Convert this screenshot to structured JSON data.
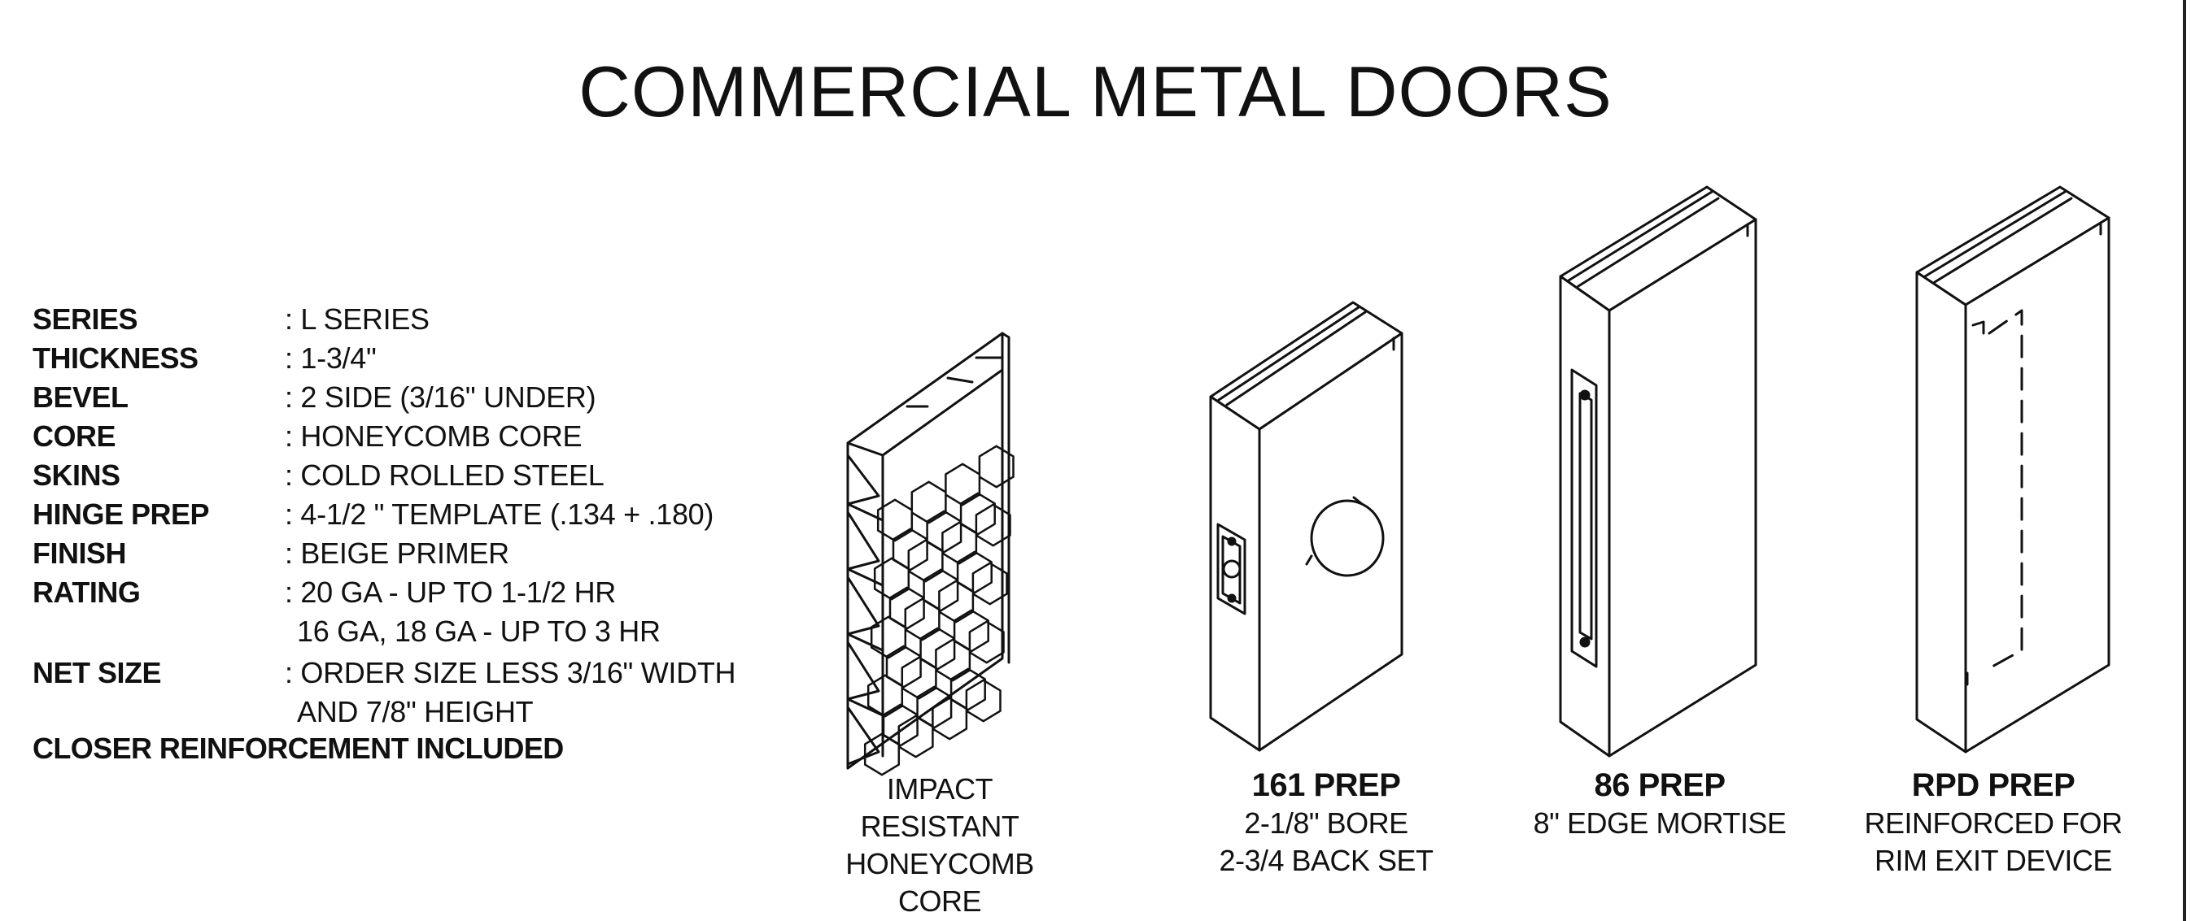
{
  "title": "COMMERCIAL METAL DOORS",
  "specs": [
    {
      "label": "SERIES",
      "value": ": L SERIES"
    },
    {
      "label": "THICKNESS",
      "value": ": 1-3/4\""
    },
    {
      "label": "BEVEL",
      "value": ": 2 SIDE (3/16\" UNDER)"
    },
    {
      "label": "CORE",
      "value": ": HONEYCOMB CORE"
    },
    {
      "label": "SKINS",
      "value": ": COLD ROLLED STEEL"
    },
    {
      "label": "HINGE PREP",
      "value": ": 4-1/2 \" TEMPLATE (.134 + .180)"
    },
    {
      "label": "FINISH",
      "value": ": BEIGE PRIMER"
    },
    {
      "label": "RATING",
      "value": ": 20 GA - UP TO 1-1/2 HR",
      "continuation": "16 GA, 18 GA - UP TO 3 HR"
    },
    {
      "label": "NET SIZE",
      "value": ": ORDER SIZE LESS 3/16\" WIDTH",
      "continuation": "AND 7/8\" HEIGHT"
    }
  ],
  "closer_note": "CLOSER REINFORCEMENT INCLUDED",
  "figures": [
    {
      "icon": "honeycomb-core-icon",
      "heading": "",
      "lines": [
        "IMPACT",
        "RESISTANT",
        "HONEYCOMB",
        "CORE"
      ]
    },
    {
      "icon": "door-161-prep-icon",
      "heading": "161 PREP",
      "lines": [
        "2-1/8\" BORE",
        "2-3/4 BACK SET"
      ]
    },
    {
      "icon": "door-86-prep-icon",
      "heading": "86 PREP",
      "lines": [
        "8\" EDGE MORTISE"
      ]
    },
    {
      "icon": "door-rpd-prep-icon",
      "heading": "RPD PREP",
      "lines": [
        "REINFORCED FOR",
        "RIM EXIT DEVICE"
      ]
    }
  ]
}
